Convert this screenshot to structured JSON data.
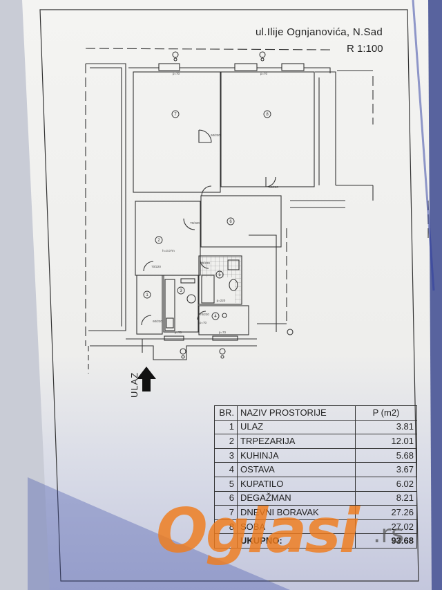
{
  "header": {
    "address": "ul.Ilije Ognjanovića, N.Sad",
    "scale": "R 1:100"
  },
  "plan": {
    "entrance_label": "ULAZ",
    "room_markers": [
      "1",
      "2",
      "3",
      "4",
      "5",
      "6",
      "7",
      "8"
    ],
    "height_note": "h=3.07m",
    "window_notes": [
      "p=70",
      "p=70",
      "p=70",
      "p=70",
      "p=220",
      "p=70"
    ],
    "door_notes": [
      "60/220",
      "80/220",
      "70/220",
      "70/220",
      "70/220",
      "60/220",
      "70/220"
    ]
  },
  "room_table": {
    "headers": {
      "no": "BR.",
      "name": "NAZIV PROSTORIJE",
      "area": "P (m2)"
    },
    "rows": [
      {
        "no": "1",
        "name": "ULAZ",
        "area": "3.81"
      },
      {
        "no": "2",
        "name": "TRPEZARIJA",
        "area": "12.01"
      },
      {
        "no": "3",
        "name": "KUHINJA",
        "area": "5.68"
      },
      {
        "no": "4",
        "name": "OSTAVA",
        "area": "3.67"
      },
      {
        "no": "5",
        "name": "KUPATILO",
        "area": "6.02"
      },
      {
        "no": "6",
        "name": "DEGAŽMAN",
        "area": "8.21"
      },
      {
        "no": "7",
        "name": "DNEVNI BORAVAK",
        "area": "27.26"
      },
      {
        "no": "8",
        "name": "SOBA",
        "area": "27.02"
      }
    ],
    "total": {
      "label": "UKUPNO:",
      "area": "93.68"
    }
  },
  "watermark": {
    "brand": "Oglasi",
    "tld": ".rs",
    "color": "#f07c1c"
  }
}
